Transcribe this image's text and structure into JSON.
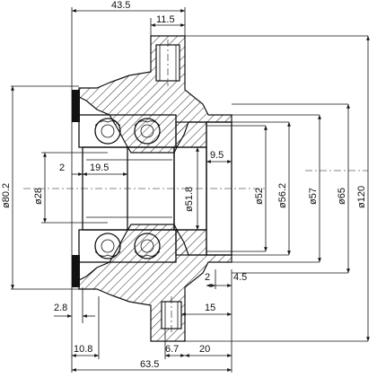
{
  "dimensions": {
    "top": [
      "43.5",
      "11.5"
    ],
    "right_diameters": [
      "ø52",
      "ø56.2",
      "ø57",
      "ø65",
      "ø120"
    ],
    "left_diameters": [
      "ø80.2",
      "ø28"
    ],
    "inner": [
      "2",
      "19.5",
      "ø51.8",
      "9.5"
    ],
    "lower": [
      "2",
      "4.5",
      "15",
      "2.8"
    ],
    "bottom": [
      "10.8",
      "6.7",
      "20",
      "63.5"
    ]
  }
}
